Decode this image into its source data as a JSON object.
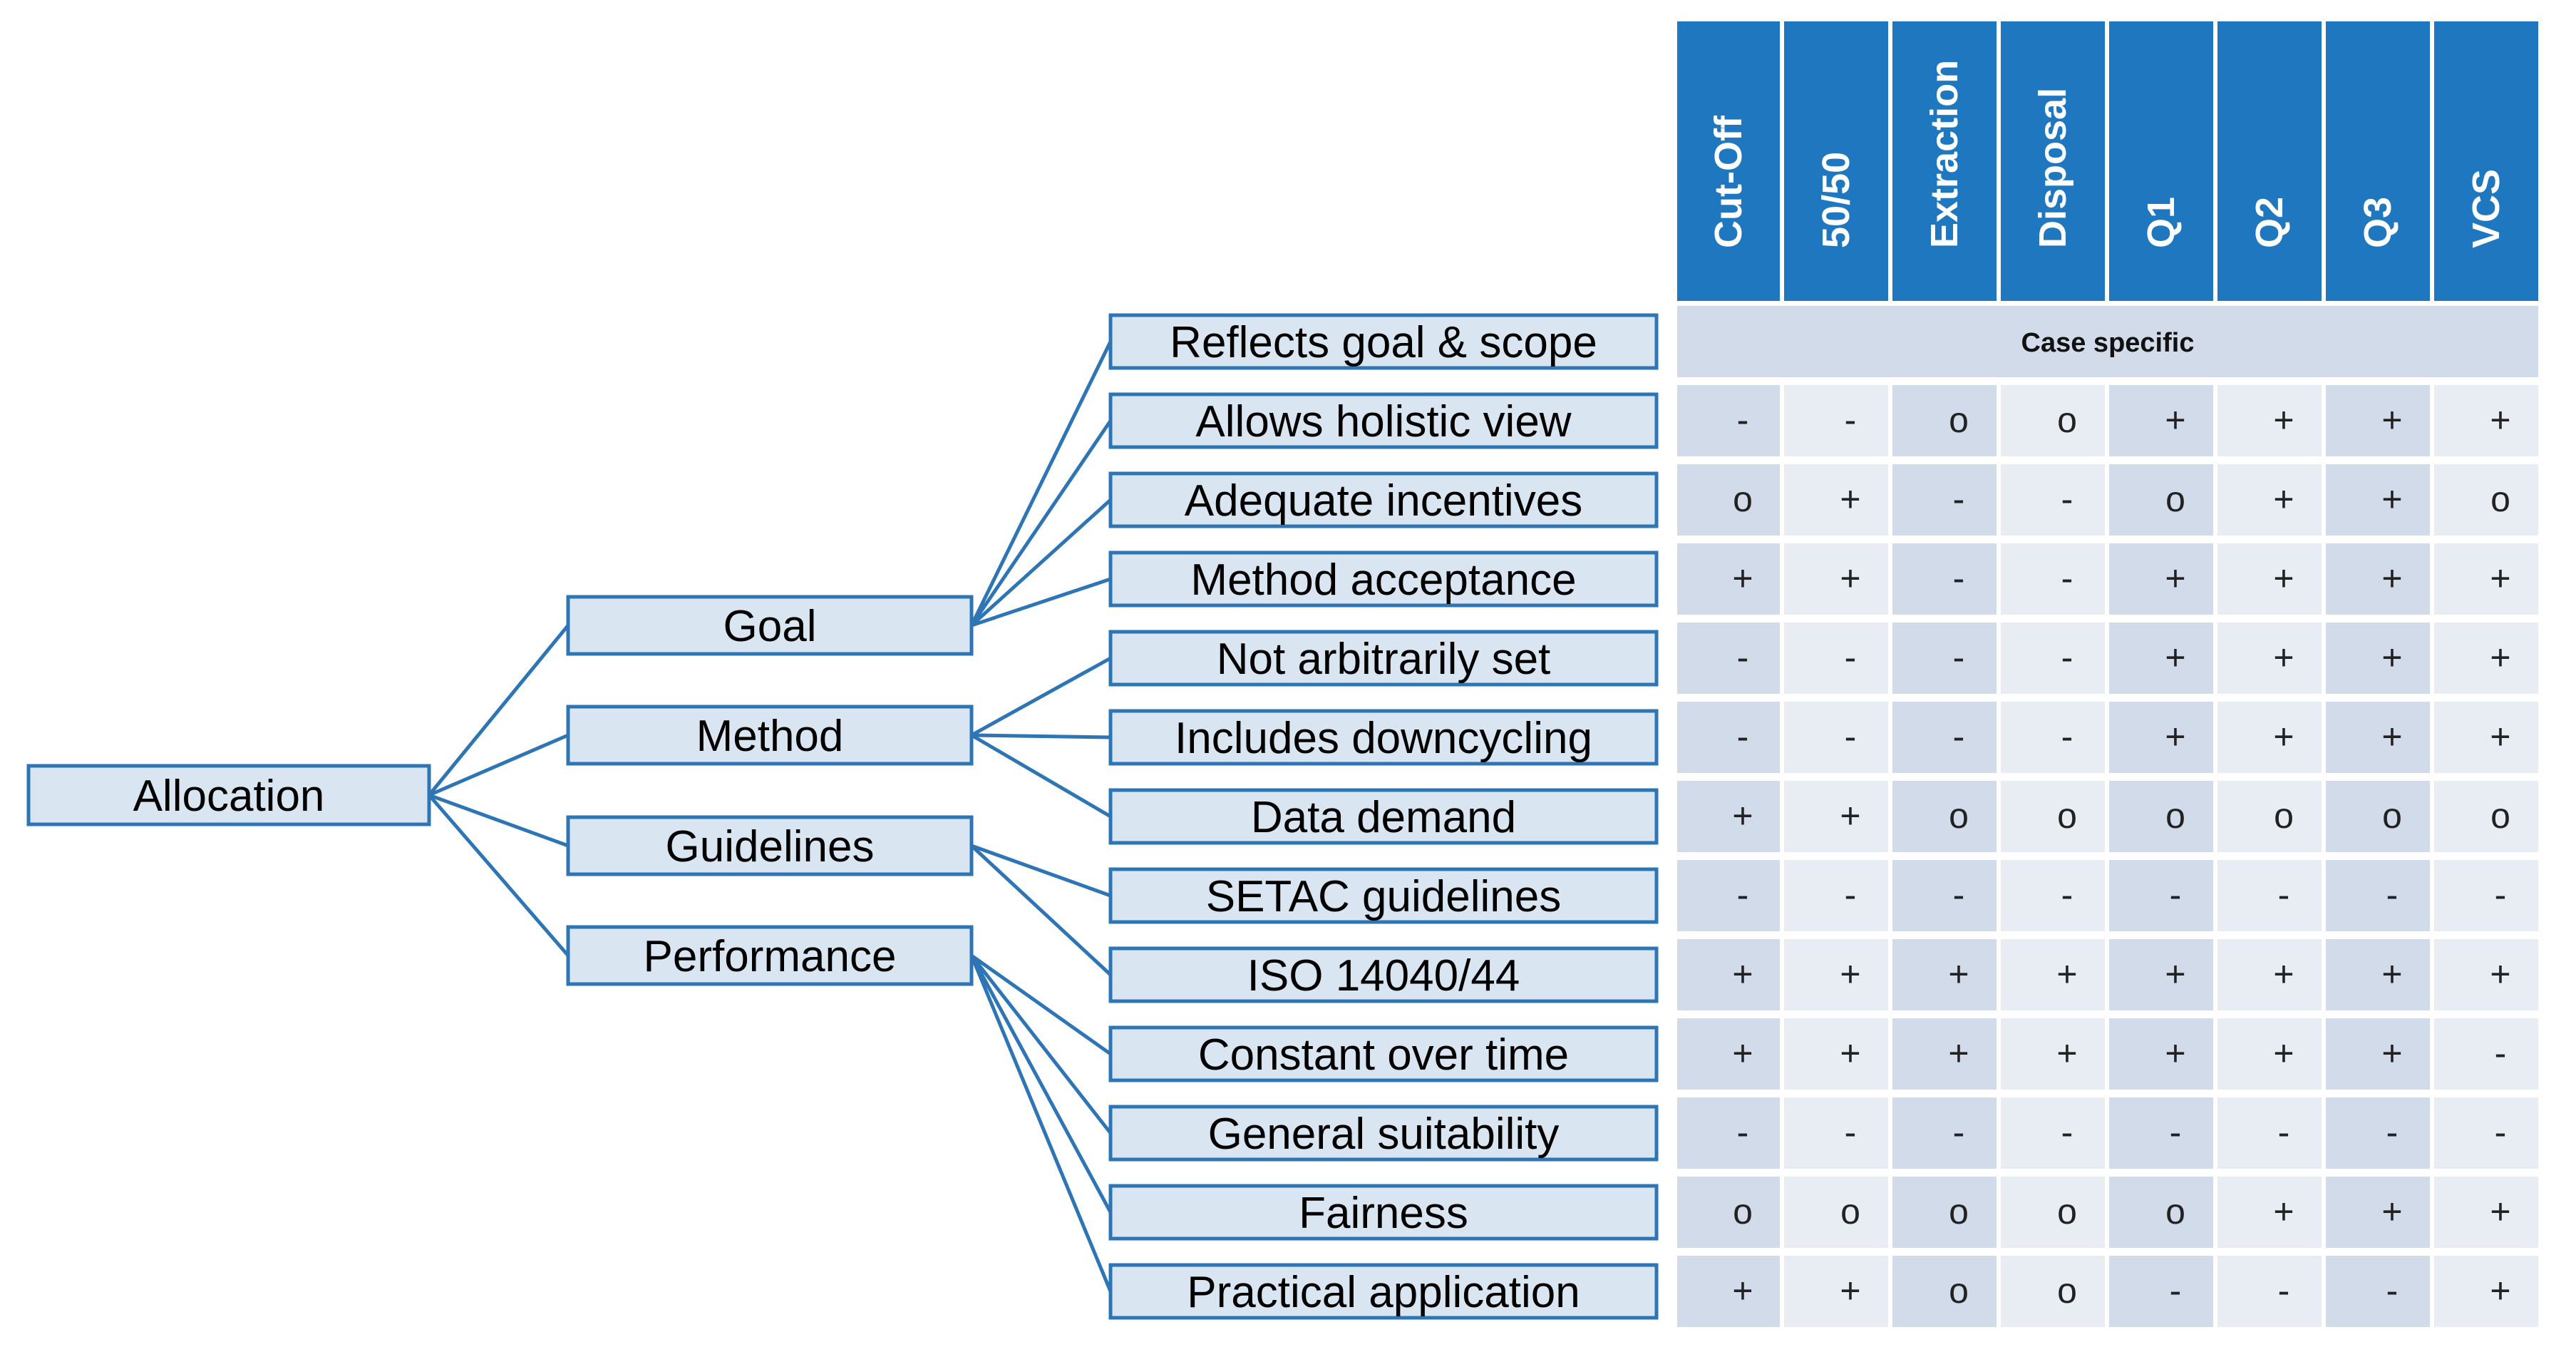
{
  "tree": {
    "root": {
      "label": "Allocation"
    },
    "groups": [
      {
        "label": "Goal",
        "children": [
          "Reflects goal & scope",
          "Allows holistic view",
          "Adequate incentives",
          "Method acceptance"
        ]
      },
      {
        "label": "Method",
        "children": [
          "Not arbitrarily set",
          "Includes downcycling",
          "Data demand"
        ]
      },
      {
        "label": "Guidelines",
        "children": [
          "SETAC guidelines",
          "ISO 14040/44"
        ]
      },
      {
        "label": "Performance",
        "children": [
          "Constant over time",
          "General suitability",
          "Fairness",
          "Practical application"
        ]
      }
    ]
  },
  "matrix": {
    "columns": [
      "Cut-Off",
      "50/50",
      "Extraction",
      "Disposal",
      "Q1",
      "Q2",
      "Q3",
      "VCS"
    ],
    "rows": [
      {
        "criterion": "Reflects goal & scope",
        "span_text": "Case specific",
        "values": []
      },
      {
        "criterion": "Allows holistic view",
        "values": [
          "-",
          "-",
          "o",
          "o",
          "+",
          "+",
          "+",
          "+"
        ]
      },
      {
        "criterion": "Adequate incentives",
        "values": [
          "o",
          "+",
          "-",
          "-",
          "o",
          "+",
          "+",
          "o"
        ]
      },
      {
        "criterion": "Method acceptance",
        "values": [
          "+",
          "+",
          "-",
          "-",
          "+",
          "+",
          "+",
          "+"
        ]
      },
      {
        "criterion": "Not arbitrarily set",
        "values": [
          "-",
          "-",
          "-",
          "-",
          "+",
          "+",
          "+",
          "+"
        ]
      },
      {
        "criterion": "Includes downcycling",
        "values": [
          "-",
          "-",
          "-",
          "-",
          "+",
          "+",
          "+",
          "+"
        ]
      },
      {
        "criterion": "Data demand",
        "values": [
          "+",
          "+",
          "o",
          "o",
          "o",
          "o",
          "o",
          "o"
        ]
      },
      {
        "criterion": "SETAC guidelines",
        "values": [
          "-",
          "-",
          "-",
          "-",
          "-",
          "-",
          "-",
          "-"
        ]
      },
      {
        "criterion": "ISO 14040/44",
        "values": [
          "+",
          "+",
          "+",
          "+",
          "+",
          "+",
          "+",
          "+"
        ]
      },
      {
        "criterion": "Constant over time",
        "values": [
          "+",
          "+",
          "+",
          "+",
          "+",
          "+",
          "+",
          "-"
        ]
      },
      {
        "criterion": "General suitability",
        "values": [
          "-",
          "-",
          "-",
          "-",
          "-",
          "-",
          "-",
          "-"
        ]
      },
      {
        "criterion": "Fairness",
        "values": [
          "o",
          "o",
          "o",
          "o",
          "o",
          "+",
          "+",
          "+"
        ]
      },
      {
        "criterion": "Practical application",
        "values": [
          "+",
          "+",
          "o",
          "o",
          "-",
          "-",
          "-",
          "+"
        ]
      }
    ]
  },
  "colors": {
    "header_fill": "#1f78bf",
    "header_text": "#ffffff",
    "node_fill": "#dae5f2",
    "node_border": "#2e75b6",
    "cell_dark": "#d1dbe9",
    "cell_light": "#e8edf4"
  }
}
